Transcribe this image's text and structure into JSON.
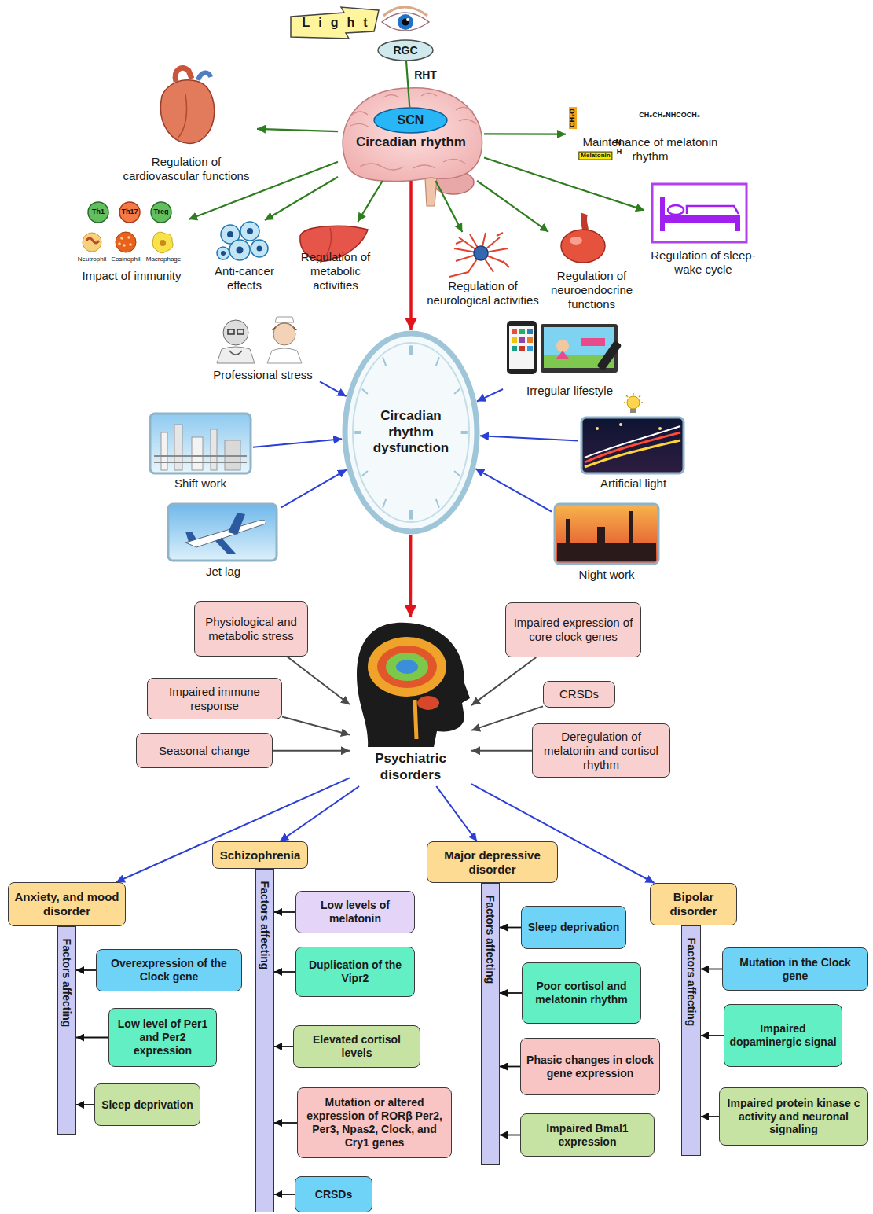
{
  "diagram": {
    "nodes": [
      {
        "text": [
          "Light"
        ]
      },
      {
        "text": [
          "RGC"
        ]
      },
      {
        "text": [
          "Circadian rhythm"
        ]
      },
      {
        "text": [
          "SCN"
        ],
        "in": 2
      },
      {
        "text": [
          "Regulation of cardiovascular functions"
        ]
      },
      {
        "text": [
          "Maintenance of melatonin rhythm"
        ]
      },
      {
        "text": [
          "Impact of immunity"
        ]
      },
      {
        "text": [
          "Anti-cancer effects"
        ]
      },
      {
        "text": [
          "Regulation of metabolic activities"
        ]
      },
      {
        "text": [
          "Regulation of neurological activities"
        ]
      },
      {
        "text": [
          "Regulation of neuroendocrine functions"
        ]
      },
      {
        "text": [
          "Regulation of sleep-wake cycle"
        ]
      },
      {
        "text": [
          "Professional stress"
        ]
      },
      {
        "text": [
          "Irregular lifestyle"
        ]
      },
      {
        "text": [
          "Shift work"
        ]
      },
      {
        "text": [
          "Circadian rhythm dysfunction"
        ]
      },
      {
        "text": [
          "Artificial light"
        ]
      },
      {
        "text": [
          "Jet lag"
        ]
      },
      {
        "text": [
          "Night work"
        ]
      },
      {
        "text": [
          "Physiological and metabolic stress"
        ]
      },
      {
        "text": [
          "Impaired expression of core clock genes"
        ]
      },
      {
        "text": [
          "Impaired immune response"
        ]
      },
      {
        "text": [
          "CRSDs"
        ]
      },
      {
        "text": [
          "Seasonal change"
        ]
      },
      {
        "text": [
          "Deregulation of melatonin and cortisol rhythm"
        ]
      },
      {
        "text": [
          "Psychiatric disorders"
        ]
      },
      {
        "text": [
          "Anxiety, and mood disorder"
        ]
      },
      {
        "text": [
          "Factors affecting"
        ]
      },
      {
        "text": [
          "Overexpression of the Clock gene"
        ]
      },
      {
        "text": [
          "Low level of Per1 and Per2 expression"
        ]
      },
      {
        "text": [
          "Sleep deprivation"
        ]
      },
      {
        "text": [
          "Schizophrenia"
        ]
      },
      {
        "text": [
          "Factors affecting"
        ]
      },
      {
        "text": [
          "Low levels of melatonin"
        ]
      },
      {
        "text": [
          "Duplication of the Vipr2"
        ]
      },
      {
        "text": [
          "Elevated cortisol levels"
        ]
      },
      {
        "text": [
          "Mutation or altered expression of RORβ Per2, Per3, Npas2, Clock, and Cry1 genes"
        ]
      },
      {
        "text": [
          "CRSDs"
        ]
      },
      {
        "text": [
          "Major depressive disorder"
        ]
      },
      {
        "text": [
          "Factors affecting"
        ]
      },
      {
        "text": [
          "Sleep deprivation"
        ]
      },
      {
        "text": [
          "Poor cortisol and melatonin rhythm"
        ]
      },
      {
        "text": [
          "Phasic changes in clock gene expression"
        ]
      },
      {
        "text": [
          "Impaired Bmal1 expression"
        ]
      },
      {
        "text": [
          "Bipolar disorder"
        ]
      },
      {
        "text": [
          "Factors affecting"
        ]
      },
      {
        "text": [
          "Mutation in the Clock gene"
        ]
      },
      {
        "text": [
          "Impaired dopaminergic signal"
        ]
      },
      {
        "text": [
          "Impaired protein kinase c activity and neuronal signaling"
        ]
      }
    ],
    "edges": [
      {
        "from": 1,
        "to": 3,
        "arrow": "none",
        "label": "RHT"
      },
      {
        "from": 2,
        "to": 4,
        "arrow": "to"
      },
      {
        "from": 2,
        "to": 5,
        "arrow": "to"
      },
      {
        "from": 2,
        "to": 6,
        "arrow": "to"
      },
      {
        "from": 2,
        "to": 7,
        "arrow": "to"
      },
      {
        "from": 2,
        "to": 8,
        "arrow": "to"
      },
      {
        "from": 2,
        "to": 9,
        "arrow": "to"
      },
      {
        "from": 2,
        "to": 10,
        "arrow": "to"
      },
      {
        "from": 2,
        "to": 11,
        "arrow": "to"
      },
      {
        "from": 2,
        "to": 15,
        "arrow": "to"
      },
      {
        "from": 12,
        "to": 15,
        "arrow": "to"
      },
      {
        "from": 13,
        "to": 15,
        "arrow": "to"
      },
      {
        "from": 14,
        "to": 15,
        "arrow": "to"
      },
      {
        "from": 16,
        "to": 15,
        "arrow": "to"
      },
      {
        "from": 17,
        "to": 15,
        "arrow": "to"
      },
      {
        "from": 18,
        "to": 15,
        "arrow": "to"
      },
      {
        "from": 15,
        "to": 25,
        "arrow": "to"
      },
      {
        "from": 19,
        "to": 25,
        "arrow": "to"
      },
      {
        "from": 20,
        "to": 25,
        "arrow": "to"
      },
      {
        "from": 21,
        "to": 25,
        "arrow": "to"
      },
      {
        "from": 22,
        "to": 25,
        "arrow": "to"
      },
      {
        "from": 23,
        "to": 25,
        "arrow": "to"
      },
      {
        "from": 24,
        "to": 25,
        "arrow": "to"
      },
      {
        "from": 25,
        "to": 26,
        "arrow": "to"
      },
      {
        "from": 25,
        "to": 31,
        "arrow": "to"
      },
      {
        "from": 25,
        "to": 38,
        "arrow": "to"
      },
      {
        "from": 25,
        "to": 44,
        "arrow": "to"
      },
      {
        "from": 28,
        "to": 27,
        "arrow": "to"
      },
      {
        "from": 29,
        "to": 27,
        "arrow": "to"
      },
      {
        "from": 30,
        "to": 27,
        "arrow": "to"
      },
      {
        "from": 33,
        "to": 32,
        "arrow": "to"
      },
      {
        "from": 34,
        "to": 32,
        "arrow": "to"
      },
      {
        "from": 35,
        "to": 32,
        "arrow": "to"
      },
      {
        "from": 36,
        "to": 32,
        "arrow": "to"
      },
      {
        "from": 37,
        "to": 32,
        "arrow": "to"
      },
      {
        "from": 40,
        "to": 39,
        "arrow": "to"
      },
      {
        "from": 41,
        "to": 39,
        "arrow": "to"
      },
      {
        "from": 42,
        "to": 39,
        "arrow": "to"
      },
      {
        "from": 43,
        "to": 39,
        "arrow": "to"
      },
      {
        "from": 46,
        "to": 45,
        "arrow": "to"
      },
      {
        "from": 47,
        "to": 45,
        "arrow": "to"
      },
      {
        "from": 48,
        "to": 45,
        "arrow": "to"
      }
    ],
    "labels": [
      "Th1",
      "Th17",
      "Treg",
      "Neutrophil",
      "Eosinophil",
      "Macrophage",
      "CH₂CH₂NHCOCH₃",
      "CH₃O",
      "N",
      "H",
      "Melatonin"
    ]
  }
}
